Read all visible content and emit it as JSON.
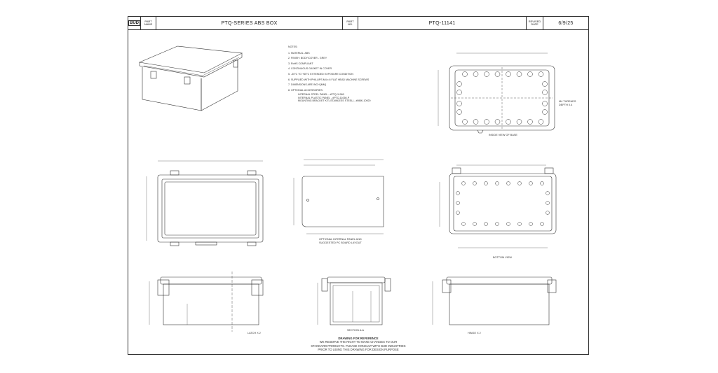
{
  "title_block": {
    "logo": "BUD",
    "part_label_line1": "PART",
    "part_label_line2": "NAME",
    "part_name": "PTQ-SERIES ABS BOX",
    "partno_label_line1": "PART",
    "partno_label_line2": "NO.",
    "part_number": "PTQ-11141",
    "date_label_line1": "REVISED",
    "date_label_line2": "DATE",
    "revised_date": "6/9/25"
  },
  "notes": {
    "header": "NOTES:",
    "items": [
      "1.   MATERIAL: ABS",
      "2.   FINISH: BODY/COVER - GREY",
      "3.   RoHS COMPLIANT",
      "4.   CONTINUOUS GASKET IN COVER",
      "5.   -30°C TO +65°C EXTENDED EXPOSURE CONDITION",
      "6.   SUPPLIED WITH PHILLIPS M4 x 6 FLAT HEAD MACHINE SCREWS",
      "7.   DIMENSIONS ARE INCH [MM]",
      "8.   OPTIONAL ACCESSORIES:"
    ],
    "accessories": [
      "INTERNAL STEEL PANEL - #PTQ-11060",
      "INTERNAL PLASTIC PANEL - #PTQ-11060-P",
      "MOUNTING BRACKET KIT (STAINLESS STEEL) - #MBK-10920"
    ]
  },
  "labels": {
    "inside_view": "INSIDE VIEW OF BASE",
    "bottom_view": "BOTTOM VIEW",
    "panel_caption_1": "OPTIONAL INTERNAL PANEL AND",
    "panel_caption_2": "SUGGESTED PC BOARD LAYOUT",
    "section": "SECTION A-A",
    "threads_1": "M4 THREADS",
    "threads_2": "DEPTH 0.4",
    "detail_note": "LATCH x 2",
    "detail_note2": "HINGE x 2"
  },
  "reference": {
    "title": "DRAWING FOR REFERENCE",
    "line1": "WE RESERVE THE RIGHT TO MAKE CHANGES TO OUR",
    "line2": "STANDARD PRODUCTS. PLEASE CONSULT WITH BUD INDUSTRIES",
    "line3": "PRIOR TO USING THIS DRAWING FOR DESIGN PURPOSE"
  },
  "colors": {
    "line": "#333333",
    "dim": "#555555",
    "paper": "#ffffff"
  }
}
